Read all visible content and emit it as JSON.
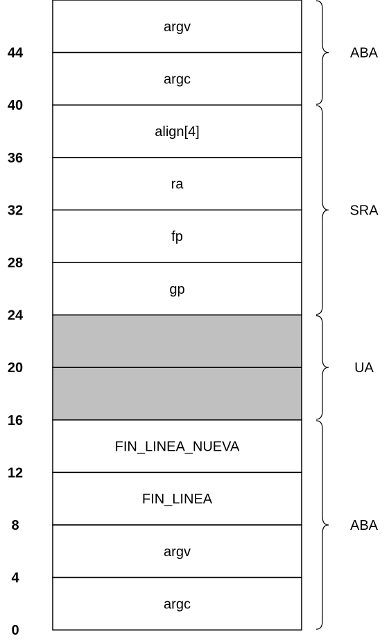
{
  "stack": {
    "cells": [
      {
        "label": "argv",
        "shaded": false
      },
      {
        "label": "argc",
        "shaded": false
      },
      {
        "label": "align[4]",
        "shaded": false
      },
      {
        "label": "ra",
        "shaded": false
      },
      {
        "label": "fp",
        "shaded": false
      },
      {
        "label": "gp",
        "shaded": false
      },
      {
        "label": "",
        "shaded": true
      },
      {
        "label": "",
        "shaded": true
      },
      {
        "label": "FIN_LINEA_NUEVA",
        "shaded": false
      },
      {
        "label": "FIN_LINEA",
        "shaded": false
      },
      {
        "label": "argv",
        "shaded": false
      },
      {
        "label": "argc",
        "shaded": false
      }
    ],
    "offsets": [
      "44",
      "40",
      "36",
      "32",
      "28",
      "24",
      "20",
      "16",
      "12",
      "8",
      "4",
      "0"
    ],
    "regions": [
      {
        "label": "ABA",
        "from_cell": 0,
        "to_cell": 1
      },
      {
        "label": "SRA",
        "from_cell": 2,
        "to_cell": 5
      },
      {
        "label": "UA",
        "from_cell": 6,
        "to_cell": 7
      },
      {
        "label": "ABA",
        "from_cell": 8,
        "to_cell": 11
      }
    ],
    "colors": {
      "border": "#000000",
      "cell_fill": "#ffffff",
      "shaded_fill": "#c0c0c0"
    }
  }
}
